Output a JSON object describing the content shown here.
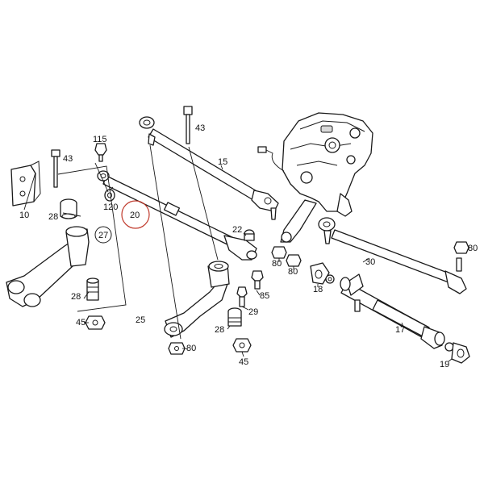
{
  "diagram": {
    "callouts": [
      {
        "id": "c10",
        "label": "10"
      },
      {
        "id": "c15",
        "label": "15"
      },
      {
        "id": "c17",
        "label": "17"
      },
      {
        "id": "c18",
        "label": "18"
      },
      {
        "id": "c19",
        "label": "19"
      },
      {
        "id": "c20",
        "label": "20",
        "highlighted": true
      },
      {
        "id": "c22",
        "label": "22"
      },
      {
        "id": "c25",
        "label": "25"
      },
      {
        "id": "c27",
        "label": "27",
        "circled": true
      },
      {
        "id": "c28a",
        "label": "28"
      },
      {
        "id": "c28b",
        "label": "28"
      },
      {
        "id": "c28c",
        "label": "28"
      },
      {
        "id": "c29",
        "label": "29"
      },
      {
        "id": "c30",
        "label": "30"
      },
      {
        "id": "c43a",
        "label": "43"
      },
      {
        "id": "c43b",
        "label": "43"
      },
      {
        "id": "c45a",
        "label": "45"
      },
      {
        "id": "c45b",
        "label": "45"
      },
      {
        "id": "c80a",
        "label": "80"
      },
      {
        "id": "c80b",
        "label": "80"
      },
      {
        "id": "c80c",
        "label": "80"
      },
      {
        "id": "c80d",
        "label": "80"
      },
      {
        "id": "c85",
        "label": "85"
      },
      {
        "id": "c115",
        "label": "115"
      },
      {
        "id": "c120",
        "label": "120"
      }
    ],
    "highlight_color": "#c0392b",
    "line_color": "#1a1a1a"
  }
}
